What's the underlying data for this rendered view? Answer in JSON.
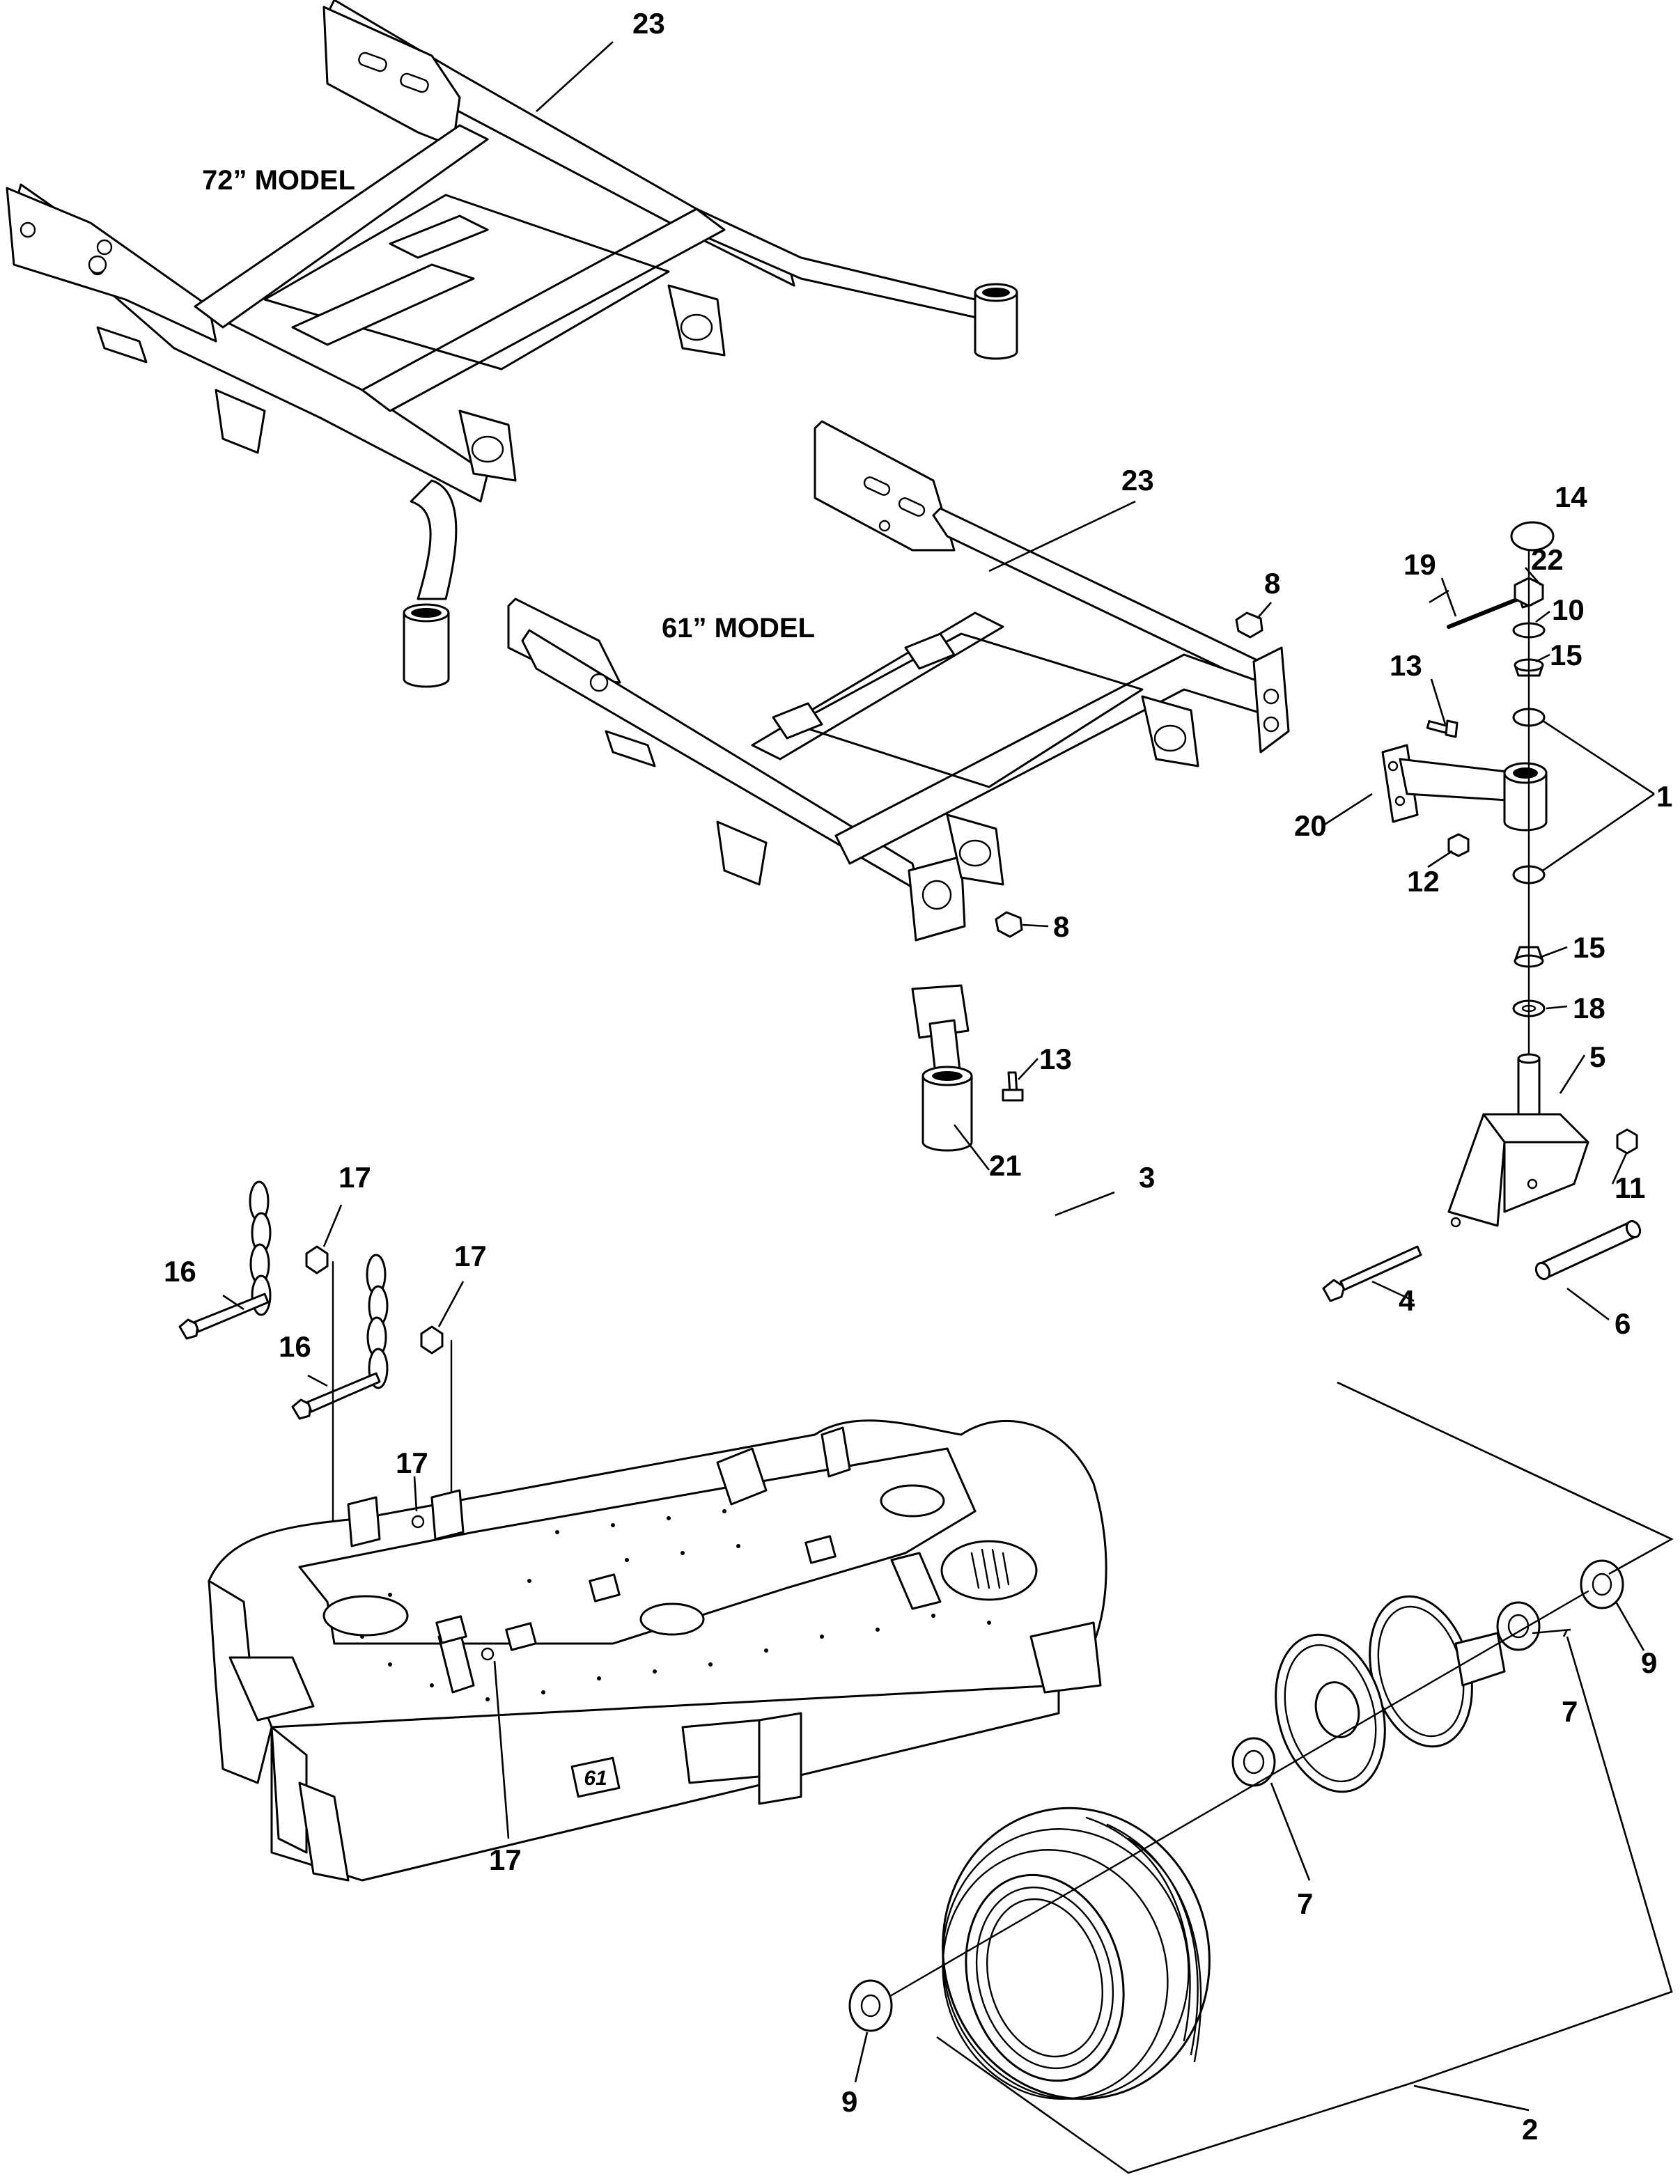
{
  "models": {
    "model_72": "72”  MODEL",
    "model_61": "61”  MODEL"
  },
  "callouts": {
    "c23_top": "23",
    "c23_mid": "23",
    "c14": "14",
    "c19": "19",
    "c22": "22",
    "c10": "10",
    "c8_top": "8",
    "c13_right": "13",
    "c15_top": "15",
    "c1": "1",
    "c20": "20",
    "c12": "12",
    "c8_low": "8",
    "c15_low": "15",
    "c18": "18",
    "c13_low": "13",
    "c5": "5",
    "c21": "21",
    "c3": "3",
    "c11": "11",
    "c17_a": "17",
    "c17_b": "17",
    "c16_a": "16",
    "c16_b": "16",
    "c4": "4",
    "c6": "6",
    "c17_c": "17",
    "c9_right": "9",
    "c7_right": "7",
    "c17_d": "17",
    "c7_left": "7",
    "c9_left": "9",
    "c2": "2"
  },
  "decal_text": "61"
}
